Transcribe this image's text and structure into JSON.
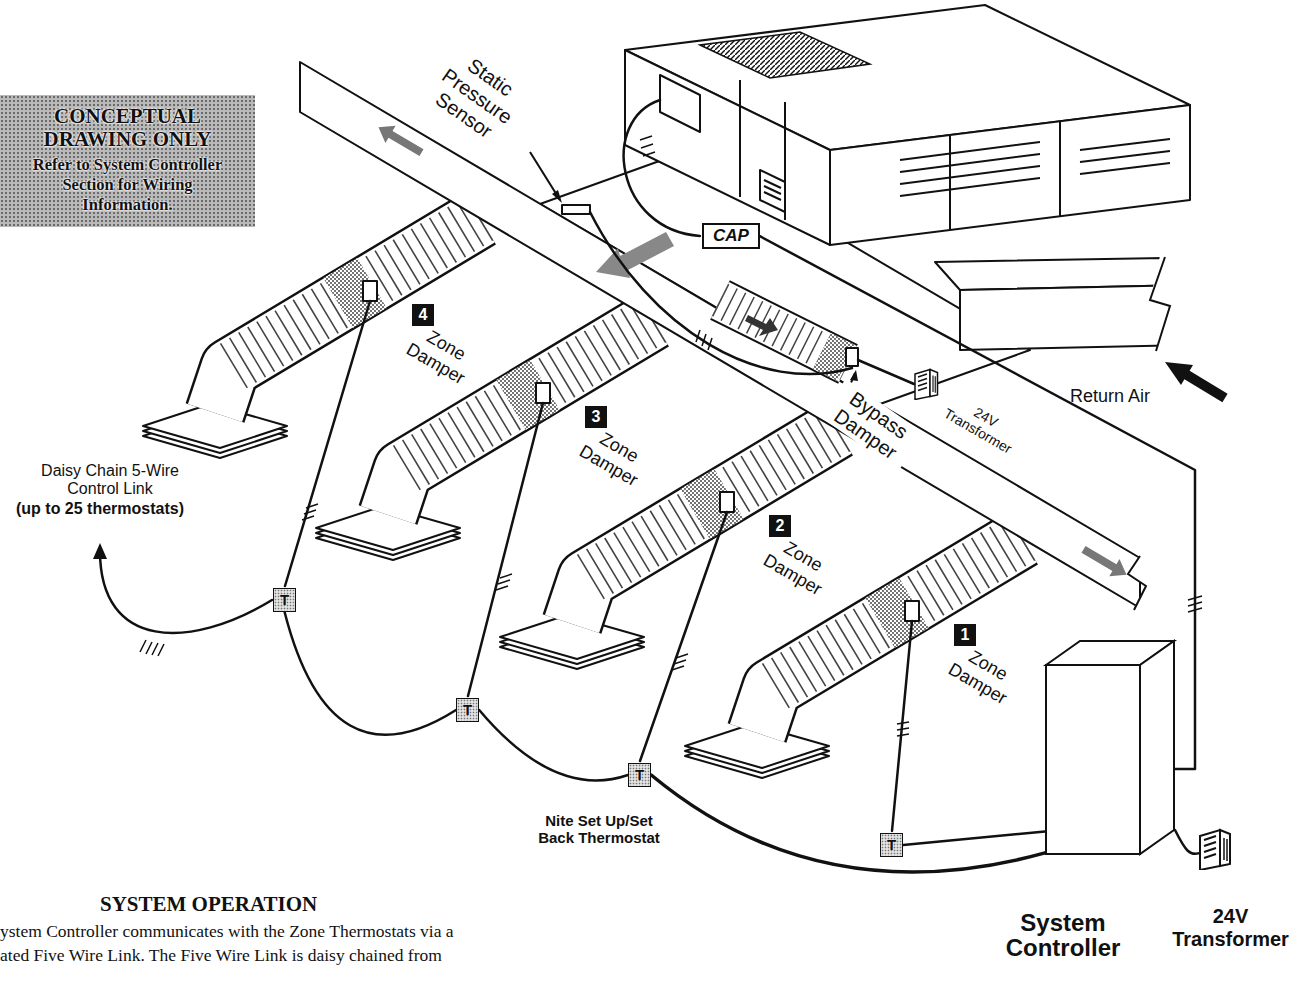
{
  "diagram": {
    "nodes": [
      {
        "text": [
          "CONCEPTUAL DRAWING ONLY",
          "Refer to System Controller Section for Wiring Information."
        ]
      },
      {
        "text": [
          "CAP"
        ]
      },
      {
        "text": [
          "T"
        ]
      },
      {
        "text": [
          "T"
        ]
      },
      {
        "text": [
          "T"
        ]
      },
      {
        "text": [
          "T"
        ]
      },
      {
        "text": [
          "System Controller"
        ]
      }
    ],
    "edges": [
      {
        "from": 6,
        "to": 5,
        "arrow": "none"
      },
      {
        "from": 6,
        "to": 4,
        "arrow": "none"
      },
      {
        "from": 4,
        "to": 3,
        "arrow": "none"
      },
      {
        "from": 3,
        "to": 2,
        "arrow": "none"
      },
      {
        "from": 1,
        "to": 6,
        "arrow": "none"
      }
    ],
    "labels": [
      "Static Pressure Sensor",
      "Daisy Chain 5-Wire Control Link",
      "(up to 25 thermostats)",
      "4",
      "Zone Damper",
      "3",
      "Zone Damper",
      "Bypass Damper",
      "24V Transformer",
      "Return Air",
      "2",
      "Zone Damper",
      "1",
      "Zone Damper",
      "Nite Set Up/Set Back Thermostat",
      "24V Transformer",
      "SYSTEM OPERATION",
      "ystem Controller communicates with the Zone Thermostats via a",
      "ated Five Wire Link. The Five Wire Link is daisy chained from"
    ]
  }
}
